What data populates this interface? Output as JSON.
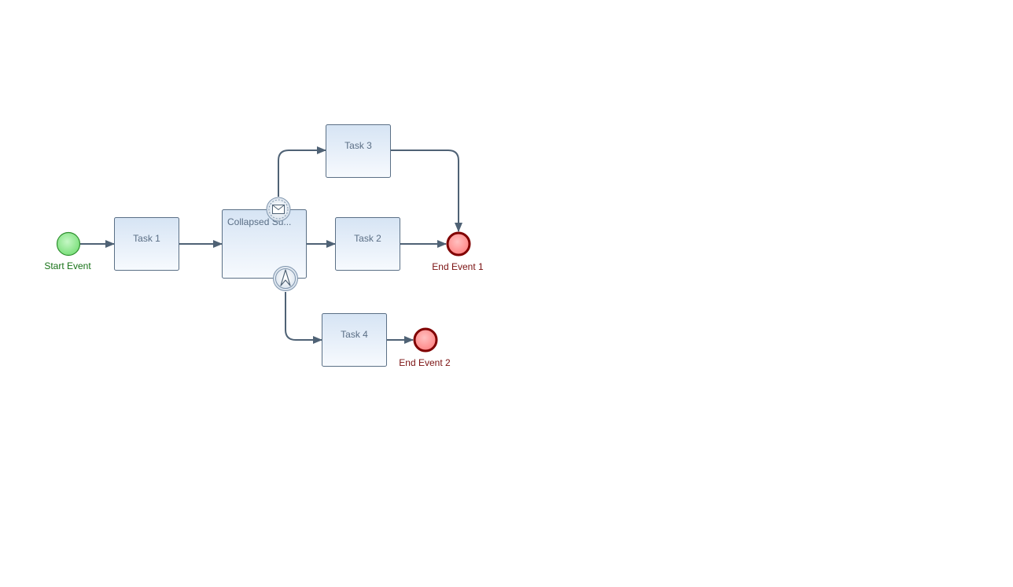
{
  "diagram": {
    "nodes": {
      "start_event": {
        "label": "Start Event",
        "type": "start-event"
      },
      "task_1": {
        "label": "Task 1",
        "type": "task"
      },
      "collapsed_subprocess": {
        "label": "Collapsed Su...",
        "type": "collapsed-subprocess"
      },
      "task_2": {
        "label": "Task 2",
        "type": "task"
      },
      "task_3": {
        "label": "Task 3",
        "type": "task"
      },
      "task_4": {
        "label": "Task 4",
        "type": "task"
      },
      "end_event_1": {
        "label": "End Event 1",
        "type": "end-event"
      },
      "end_event_2": {
        "label": "End Event 2",
        "type": "end-event"
      }
    },
    "boundary_events": {
      "message": {
        "icon": "envelope-icon",
        "attached_to": "collapsed_subprocess"
      },
      "escalation": {
        "icon": "escalation-arrow-icon",
        "attached_to": "collapsed_subprocess"
      }
    },
    "flows": [
      {
        "from": "start_event",
        "to": "task_1"
      },
      {
        "from": "task_1",
        "to": "collapsed_subprocess"
      },
      {
        "from": "collapsed_subprocess",
        "to": "task_2"
      },
      {
        "from": "task_2",
        "to": "end_event_1"
      },
      {
        "from": "message",
        "to": "task_3"
      },
      {
        "from": "task_3",
        "to": "end_event_1"
      },
      {
        "from": "escalation",
        "to": "task_4"
      },
      {
        "from": "task_4",
        "to": "end_event_2"
      }
    ],
    "colors": {
      "edge": "#4f6275",
      "task_top": "#d6e4f4",
      "task_bottom": "#f7fafe",
      "task_border": "#5b7086",
      "task_text": "#5a6e85",
      "start_fill": "#8ae58a",
      "start_border": "#2f8f2f",
      "start_text": "#177217",
      "end_fill": "#ff8a8a",
      "end_border": "#800000",
      "end_text": "#7a1010"
    }
  }
}
